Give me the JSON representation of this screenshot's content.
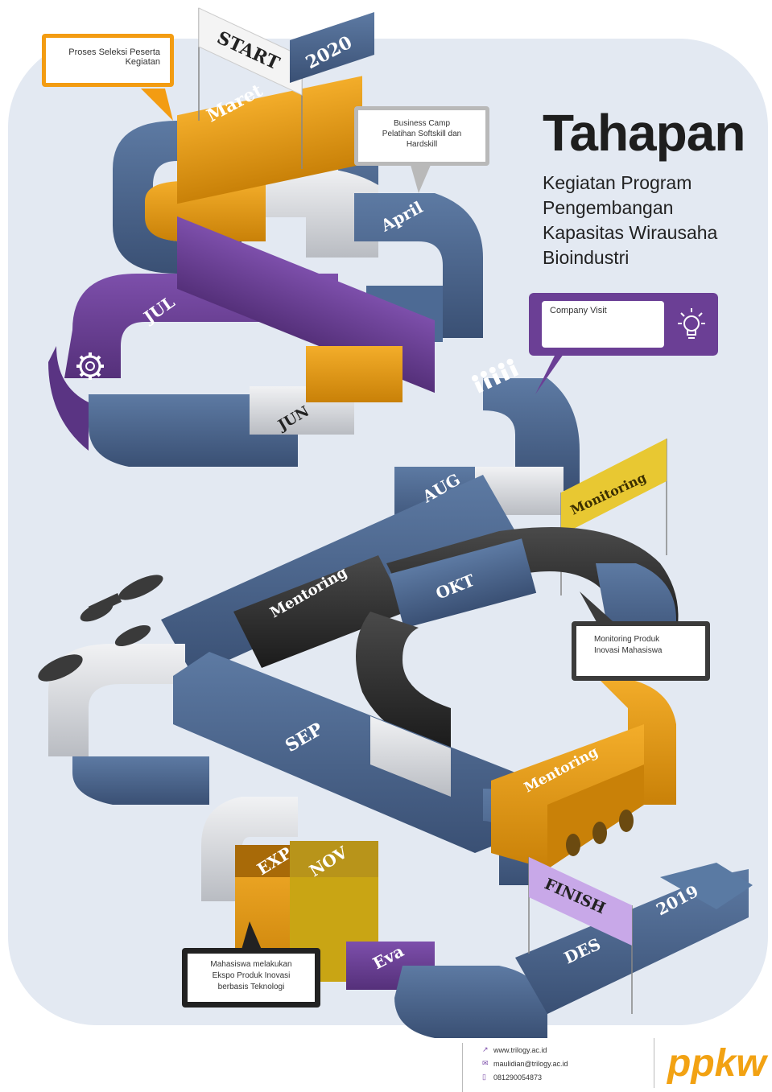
{
  "title": "Tahapan",
  "subtitle_lines": [
    "Kegiatan Program",
    "Pengembangan",
    "Kapasitas Wirausaha",
    "Bioindustri"
  ],
  "flags": {
    "start": "START",
    "year_start": "2020",
    "finish": "FINISH",
    "year_end": "2019",
    "monitoring": "Monitoring"
  },
  "segments": {
    "maret": "Maret",
    "april": "April",
    "jul": "JUL",
    "jun": "JUN",
    "aug": "AUG",
    "mentoring_1": "Mentoring",
    "okt": "OKT",
    "sep": "SEP",
    "mentoring_2": "Mentoring",
    "exp": "EXP",
    "nov": "NOV",
    "eva": "Eva",
    "des": "DES"
  },
  "callouts": {
    "seleksi": "Proses Seleksi Peserta Kegiatan",
    "business_camp": [
      "Business Camp",
      "Pelatihan Softskill dan",
      "Hardskill"
    ],
    "company_visit": "Company Visit",
    "monitoring_produk": [
      "Monitoring Produk",
      "Inovasi Mahasiswa"
    ],
    "ekspo": [
      "Mahasiswa melakukan",
      "Ekspo Produk Inovasi",
      "berbasis Teknologi"
    ]
  },
  "footer": {
    "website": "www.trilogy.ac.id",
    "email": "maulidian@trilogy.ac.id",
    "phone": "081290054873"
  },
  "brand": "ppkw",
  "icons": [
    "gear-icon",
    "people-icon",
    "lightbulb-icon",
    "link-icon",
    "mail-icon",
    "phone-icon"
  ],
  "colors": {
    "background_panel": "#e3e9f2",
    "road_blue": "#4a6388",
    "road_purple": "#6b3f95",
    "road_orange": "#e59a12",
    "road_black": "#2b2b2b",
    "road_grey": "#d4d6da",
    "accent_yellow": "#e8c832",
    "accent_lavender": "#c8a8e8"
  }
}
